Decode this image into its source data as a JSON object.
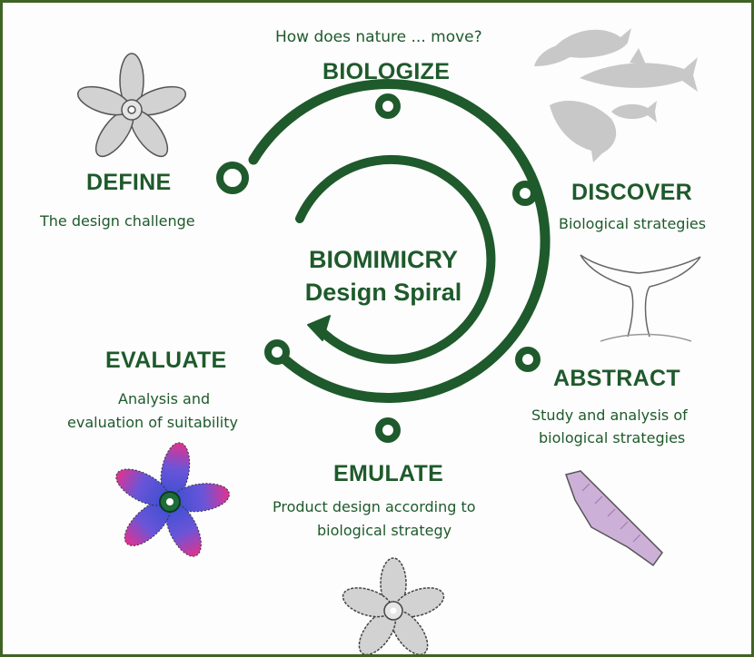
{
  "question": "How does nature ... move?",
  "center": {
    "line1": "BIOMIMICRY",
    "line2": "Design Spiral"
  },
  "steps": {
    "biologize": {
      "title": "BIOLOGIZE"
    },
    "define": {
      "title": "DEFINE",
      "desc": "The design challenge"
    },
    "discover": {
      "title": "DISCOVER",
      "desc": "Biological strategies"
    },
    "abstract": {
      "title": "ABSTRACT",
      "desc_line1": "Study and analysis of",
      "desc_line2": "biological strategies"
    },
    "emulate": {
      "title": "EMULATE",
      "desc_line1": "Product design according to",
      "desc_line2": "biological strategy"
    },
    "evaluate": {
      "title": "EVALUATE",
      "desc_line1": "Analysis and",
      "desc_line2": "evaluation of suitability"
    }
  },
  "colors": {
    "spiral": "#1e5a2b",
    "border": "#3f6324",
    "text": "#1e5a2b",
    "propeller_gray": "#d2d2d2",
    "fin_purple": "#cdb0d8",
    "heatmap_blue": "#3a4fd0",
    "heatmap_magenta": "#e0338f",
    "animal_gray": "#c8c8c8"
  },
  "icons": [
    "propeller-sketch-icon",
    "marine-animals-icon",
    "whale-tail-icon",
    "fin-section-icon",
    "propeller-heatmap-icon",
    "tubercle-propeller-icon"
  ]
}
